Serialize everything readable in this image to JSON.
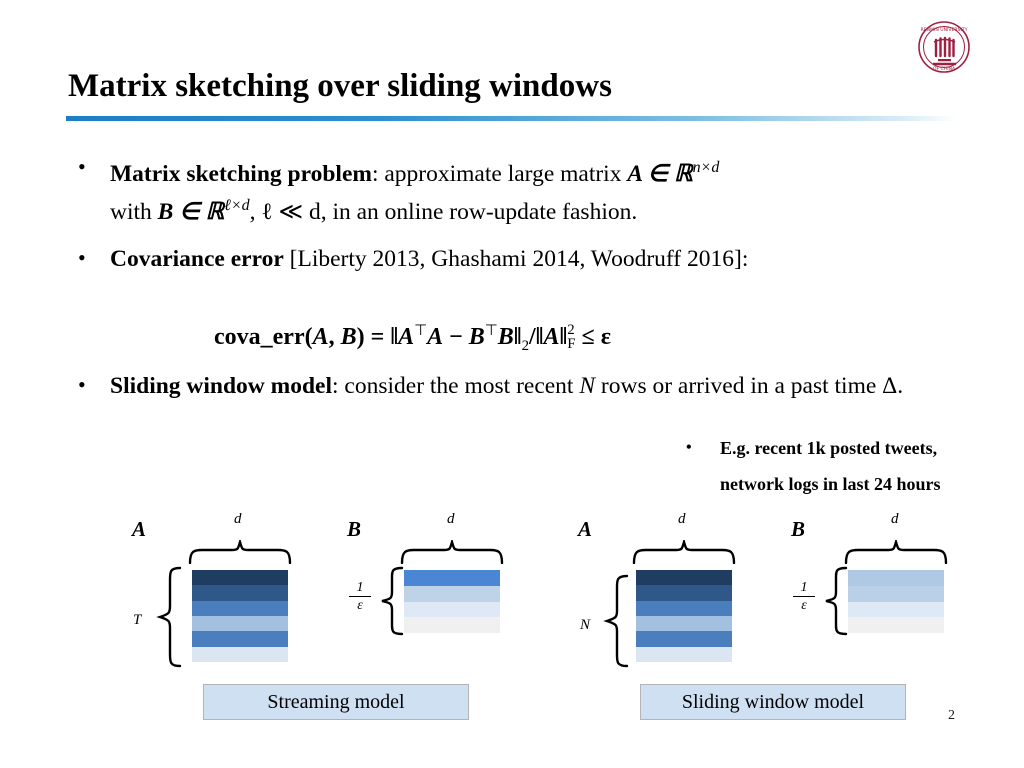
{
  "slide": {
    "title": "Matrix sketching over sliding windows",
    "page_number": "2",
    "logo_name": "university-seal-logo",
    "accent_color": "#1c7ec4",
    "caption_fill": "#cfe0f2"
  },
  "bullets": [
    {
      "marker": "•",
      "lead": "Matrix sketching problem",
      "text_after_lead": ": approximate large matrix ",
      "line1_math": "A ∈ ℝ",
      "line1_sup": "n×d",
      "line2_pre": "with ",
      "line2_math": "B ∈ ℝ",
      "line2_sup": "ℓ×d",
      "line2_post": ", ℓ ≪ d, in an online row-update fashion."
    },
    {
      "marker": "•",
      "lead": "Covariance error",
      "text_after_lead": " [Liberty 2013, Ghashami 2014, Woodruff 2016]:"
    },
    {
      "marker": "•",
      "lead": "Sliding window model",
      "text_after_lead": ": consider the most recent ",
      "var": "N",
      "text_tail": " rows or arrived in a past time Δ."
    }
  ],
  "formula": {
    "lhs": "cova_err(",
    "arg_a": "A",
    "comma": ", ",
    "arg_b": "B",
    "close": ") = ",
    "norm_open": "‖",
    "term1_a": "A",
    "term1_t": "⊤",
    "term1_b": "A",
    "minus": " − ",
    "term2_a": "B",
    "term2_t": "⊤",
    "term2_b": "B",
    "norm_close": "‖",
    "sub2": "2",
    "divider": "/",
    "norm2_open": "‖",
    "term3": "A",
    "norm2_close": "‖",
    "sup_2": "2",
    "sub_F": "F",
    "relation": " ≤ ",
    "epsilon": "ε"
  },
  "sidenote": {
    "marker": "•",
    "line1": "E.g. recent 1k posted tweets,",
    "line2": "network logs in last 24 hours"
  },
  "diagrams": [
    {
      "id": "streaming",
      "caption": "Streaming model",
      "matrices": [
        {
          "name": "A",
          "label": "A",
          "col_label": "d",
          "row_label": "T",
          "row_label_type": "plain",
          "bands": [
            "#1f3c61",
            "#2f5888",
            "#4a7ebd",
            "#a3c0e0",
            "#4a7ebd",
            "#dce6f3"
          ]
        },
        {
          "name": "B",
          "label": "B",
          "col_label": "d",
          "row_label_type": "fraction",
          "row_label_num": "1",
          "row_label_den": "ε",
          "bands": [
            "#4a86d4",
            "#bed2e8",
            "#dfe9f5",
            "#f0f0f0"
          ]
        }
      ]
    },
    {
      "id": "sliding-window",
      "caption": "Sliding window model",
      "matrices": [
        {
          "name": "A",
          "label": "A",
          "col_label": "d",
          "row_label": "N",
          "row_label_type": "plain",
          "bands": [
            "#1f3c61",
            "#2f5888",
            "#4a7ebd",
            "#a3c0e0",
            "#4a7ebd",
            "#dce6f3"
          ]
        },
        {
          "name": "B",
          "label": "B",
          "col_label": "d",
          "row_label_type": "fraction",
          "row_label_num": "1",
          "row_label_den": "ε",
          "bands": [
            "#afc8e4",
            "#b9d0e8",
            "#dde9f5",
            "#f0f0f0"
          ]
        }
      ]
    }
  ]
}
